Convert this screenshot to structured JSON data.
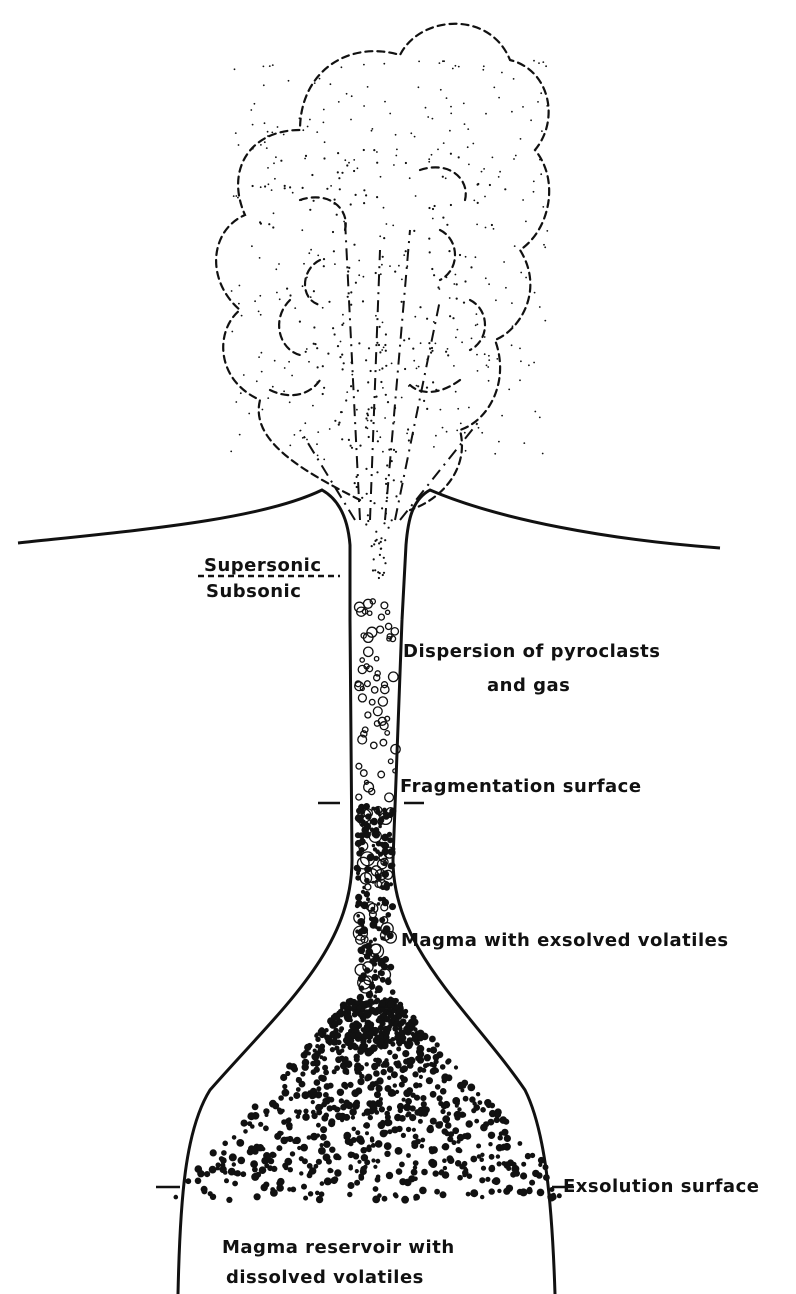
{
  "labels": {
    "supersonic": "Supersonic",
    "subsonic": "Subsonic",
    "dispersion_line1": "Dispersion of pyroclasts",
    "dispersion_line2": "and gas",
    "fragmentation": "Fragmentation surface",
    "magma_exsolved": "Magma with exsolved volatiles",
    "exsolution": "Exsolution surface",
    "reservoir_line1": "Magma reservoir with",
    "reservoir_line2": "dissolved volatiles"
  },
  "colors": {
    "ink": "#111111",
    "background": "#ffffff"
  }
}
